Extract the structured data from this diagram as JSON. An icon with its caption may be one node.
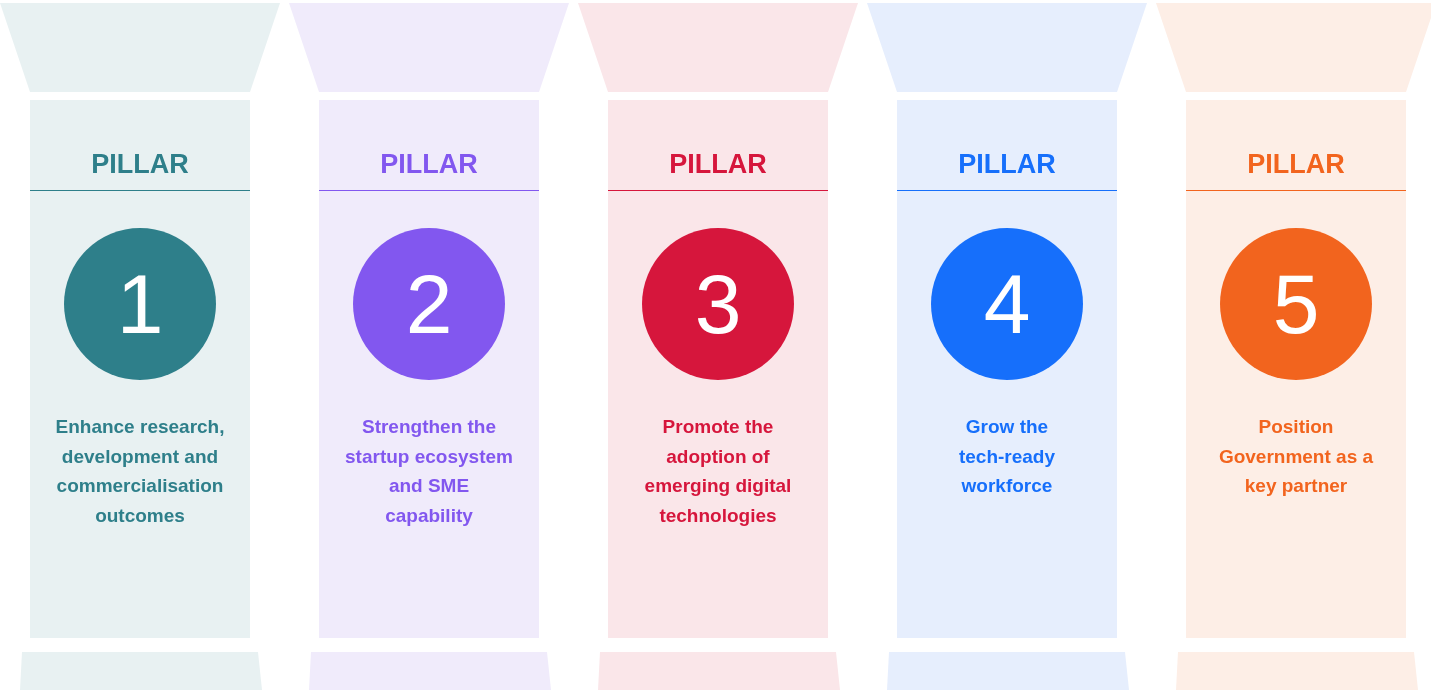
{
  "diagram": {
    "nodes": [
      {
        "text": [
          "PILLAR",
          "Enhance research, development and commercialisation outcomes"
        ]
      },
      {
        "text": [
          "1"
        ],
        "in": 0
      },
      {
        "text": [
          "PILLAR",
          "Strengthen the startup ecosystem and SME capability"
        ]
      },
      {
        "text": [
          "2"
        ],
        "in": 2
      },
      {
        "text": [
          "PILLAR",
          "Promote the adoption of emerging digital technologies"
        ]
      },
      {
        "text": [
          "3"
        ],
        "in": 4
      },
      {
        "text": [
          "PILLAR",
          "Grow the tech-ready workforce"
        ]
      },
      {
        "text": [
          "4"
        ],
        "in": 6
      },
      {
        "text": [
          "PILLAR",
          "Position Government as a key partner"
        ]
      },
      {
        "text": [
          "5"
        ],
        "in": 8
      }
    ]
  }
}
